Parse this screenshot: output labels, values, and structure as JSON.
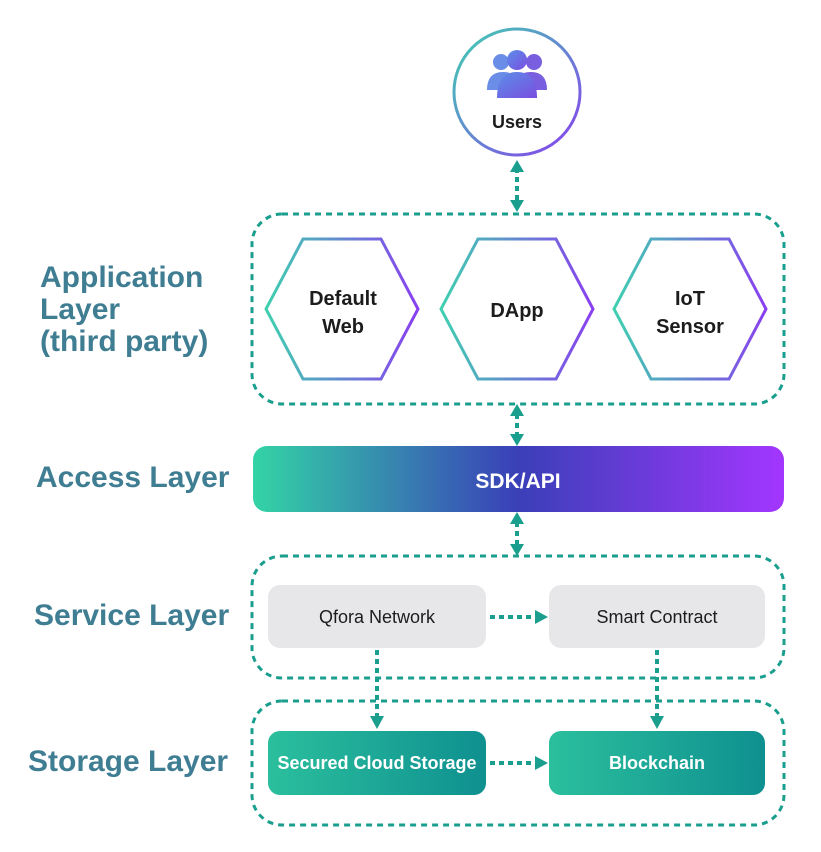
{
  "users": {
    "label": "Users",
    "icon": "users-icon"
  },
  "layers": {
    "application": {
      "line1": "Application",
      "line2": "Layer",
      "line3": "(third party)"
    },
    "access": "Access Layer",
    "service": "Service Layer",
    "storage": "Storage Layer"
  },
  "application_nodes": {
    "default_web": {
      "line1": "Default",
      "line2": "Web"
    },
    "dapp": {
      "line1": "DApp"
    },
    "iot_sensor": {
      "line1": "IoT",
      "line2": "Sensor"
    }
  },
  "access_bar": {
    "label": "SDK/API"
  },
  "service_nodes": {
    "qfora": "Qfora Network",
    "smart_contract": "Smart Contract"
  },
  "storage_nodes": {
    "cloud": "Secured Cloud Storage",
    "blockchain": "Blockchain"
  },
  "colors": {
    "teal": "#1a9e8e",
    "label": "#3f7d93",
    "purple": "#8a3ff0",
    "gray_box": "#e8e8ea",
    "green_box_start": "#27b89a",
    "green_box_end": "#0f8f8a"
  }
}
